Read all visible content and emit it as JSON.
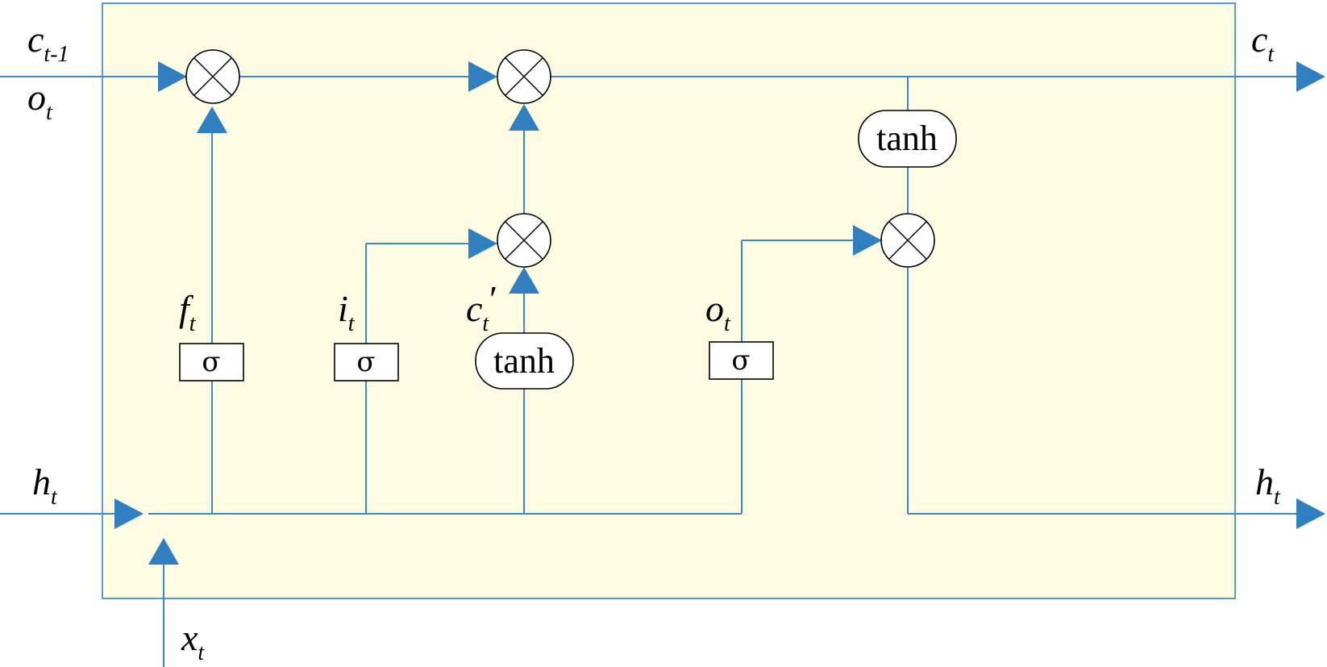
{
  "operators": {
    "sigma": "σ",
    "tanh": "tanh"
  },
  "labels": {
    "c_prev": {
      "base": "c",
      "sub": "t-1"
    },
    "o_left": {
      "base": "o",
      "sub": "t"
    },
    "c_out": {
      "base": "c",
      "sub": "t"
    },
    "h_in": {
      "base": "h",
      "sub": "t"
    },
    "h_out": {
      "base": "h",
      "sub": "t"
    },
    "x_in": {
      "base": "x",
      "sub": "t"
    },
    "f_gate": {
      "base": "f",
      "sub": "t"
    },
    "i_gate": {
      "base": "i",
      "sub": "t"
    },
    "c_cand": {
      "base": "c",
      "sub": "t",
      "prime": "′"
    },
    "o_gate": {
      "base": "o",
      "sub": "t"
    }
  },
  "colors": {
    "cell_fill": "#fdfce3",
    "wire": "#3f88c5",
    "arrow": "#2f7fc1"
  }
}
